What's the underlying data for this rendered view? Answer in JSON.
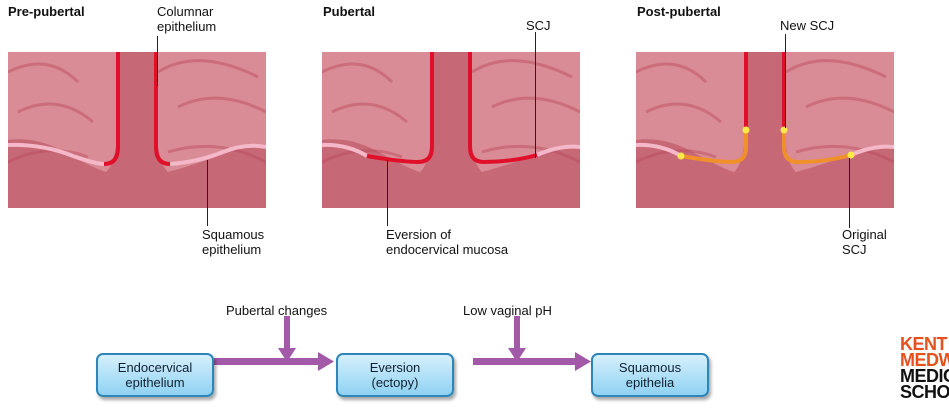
{
  "panels": [
    {
      "title": "Pre-pubertal",
      "labels": {
        "columnar": "Columnar\nepithelium",
        "squamous": "Squamous\nepithelium"
      }
    },
    {
      "title": "Pubertal",
      "labels": {
        "scj": "SCJ",
        "eversion": "Eversion of\nendocervical mucosa"
      }
    },
    {
      "title": "Post-pubertal",
      "labels": {
        "new_scj": "New SCJ",
        "original_scj": "Original\nSCJ"
      }
    }
  ],
  "flow": {
    "boxes": [
      "Endocervical\nepithelium",
      "Eversion\n(ectopy)",
      "Squamous\nepithelia"
    ],
    "influences": [
      "Pubertal changes",
      "Low vaginal pH"
    ]
  },
  "logo": {
    "lines": [
      "KENT",
      "MEDW",
      "MEDIC",
      "SCHO"
    ]
  },
  "colors": {
    "tissue": "#d98c96",
    "tissue_dark": "#c4606e",
    "columnar": "#e0102a",
    "squamous": "#f4b8c8",
    "metaplastic": "#f0902a",
    "junction": "#ffe84a",
    "box_border": "#2e86b8",
    "arrow": "#a25aa8",
    "logo_top": "#e8501e",
    "logo_bottom": "#111111"
  }
}
